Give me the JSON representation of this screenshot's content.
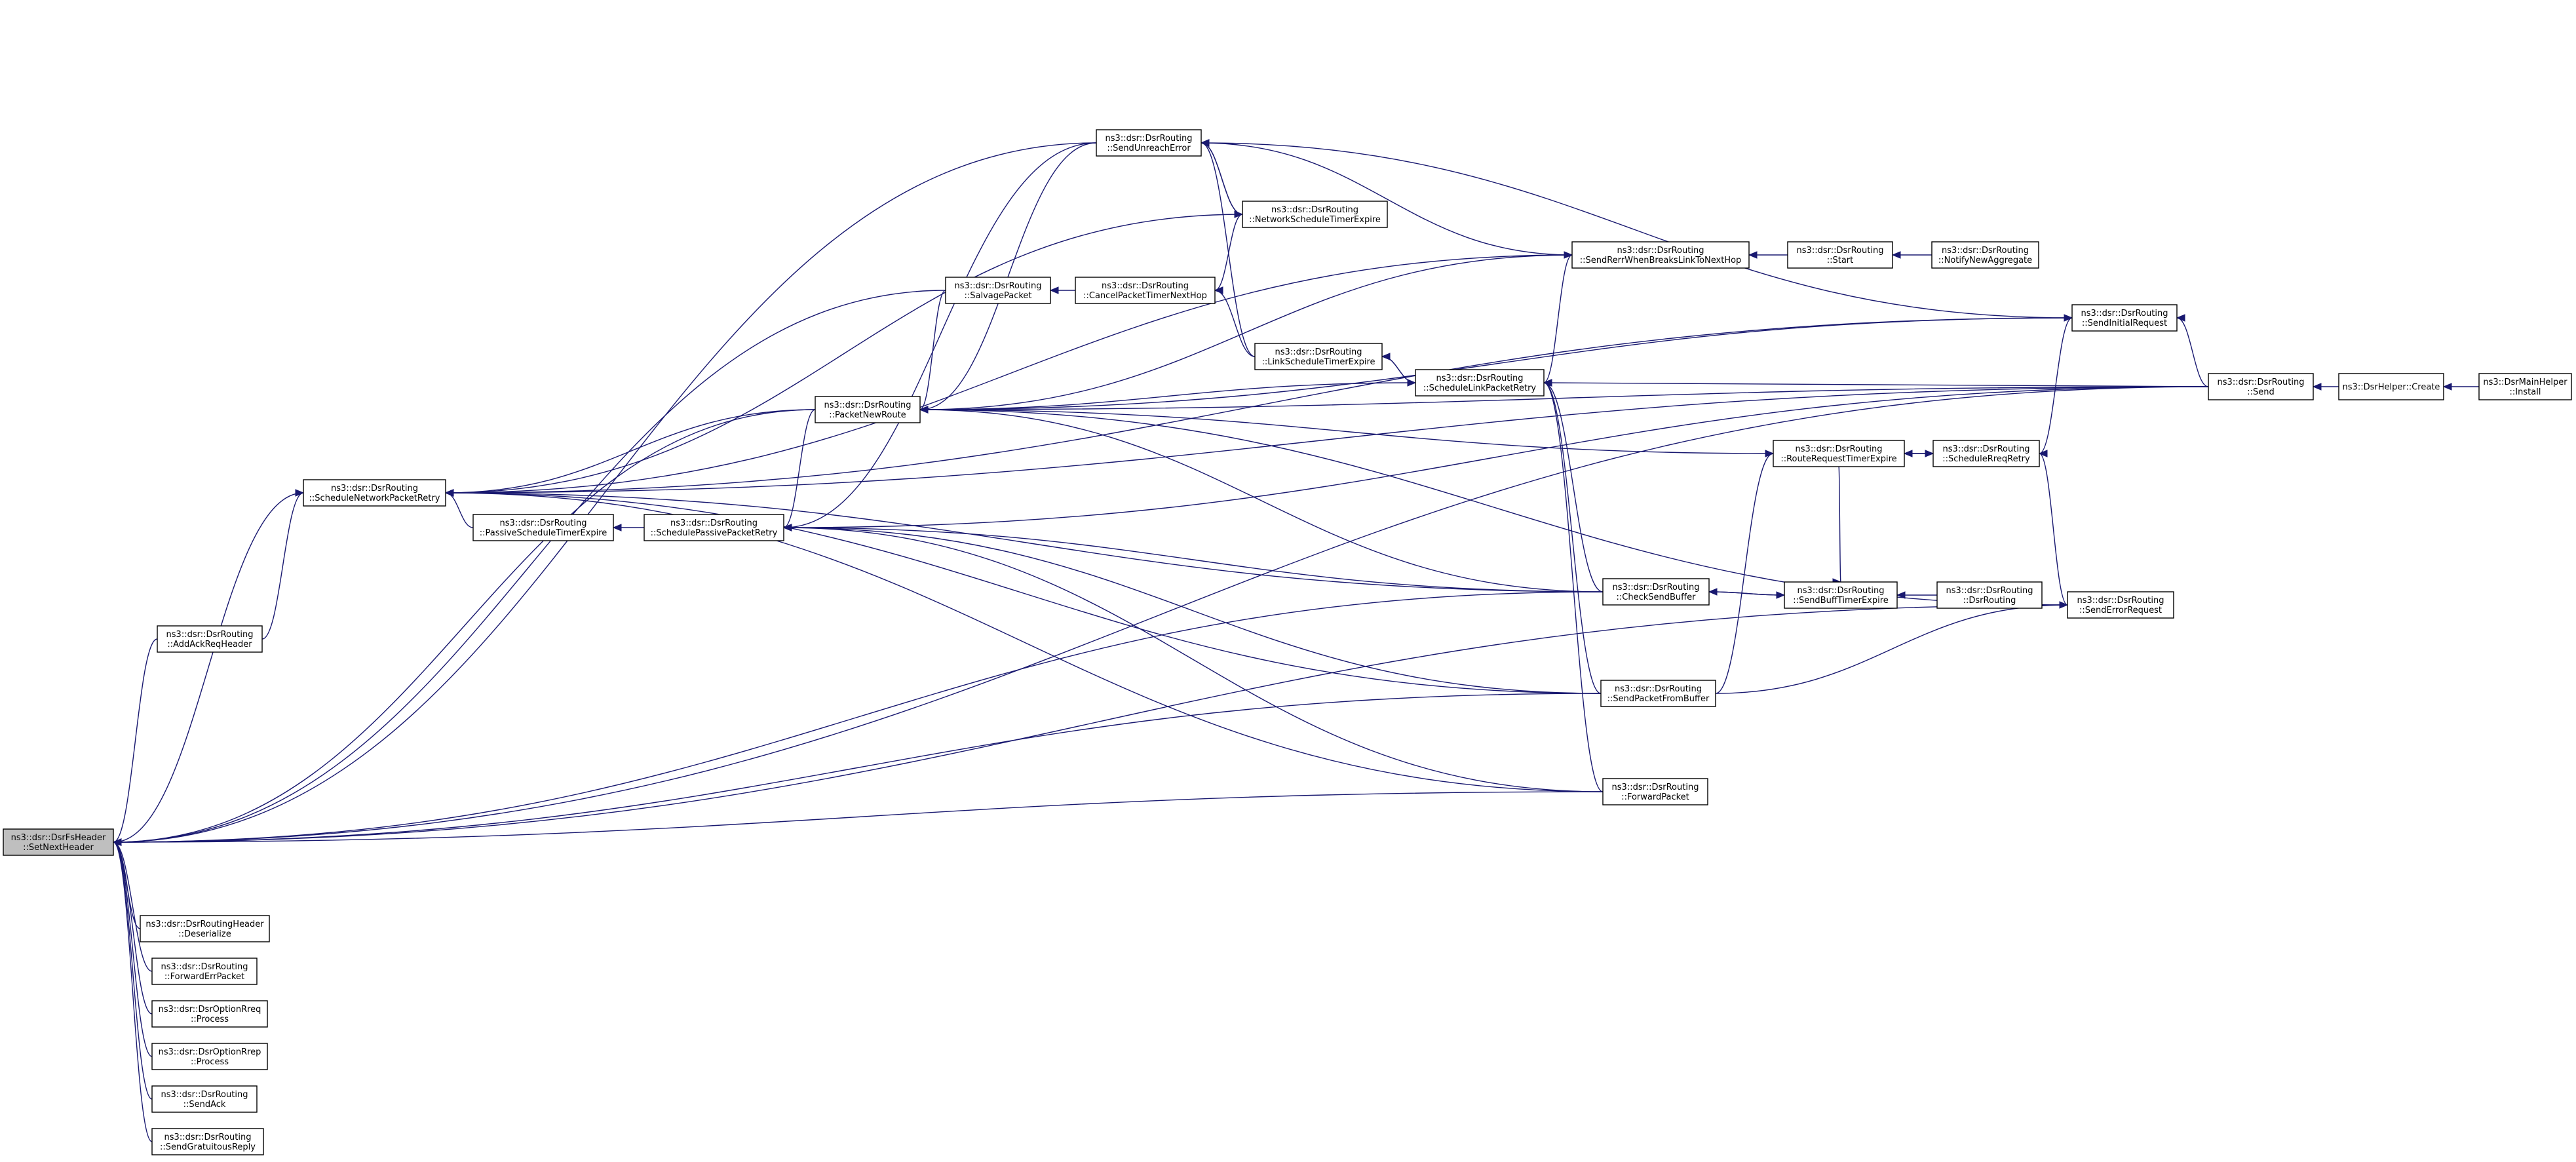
{
  "colors": {
    "edge": "#191970",
    "root_fill": "#bfbfbf",
    "node_fill": "#ffffff",
    "node_stroke": "#000000",
    "background": "#ffffff"
  },
  "nodes": [
    {
      "id": "fsh",
      "lines": [
        "ns3::dsr::DsrFsHeader",
        "::SetNextHeader"
      ],
      "root": true
    },
    {
      "id": "snpr",
      "lines": [
        "ns3::dsr::DsrRouting",
        "::ScheduleNetworkPacketRetry"
      ]
    },
    {
      "id": "aarh",
      "lines": [
        "ns3::dsr::DsrRouting",
        "::AddAckReqHeader"
      ]
    },
    {
      "id": "drh",
      "lines": [
        "ns3::dsr::DsrRoutingHeader",
        "::Deserialize"
      ]
    },
    {
      "id": "fep",
      "lines": [
        "ns3::dsr::DsrRouting",
        "::ForwardErrPacket"
      ]
    },
    {
      "id": "orq",
      "lines": [
        "ns3::dsr::DsrOptionRreq",
        "::Process"
      ]
    },
    {
      "id": "orp",
      "lines": [
        "ns3::dsr::DsrOptionRrep",
        "::Process"
      ]
    },
    {
      "id": "sack",
      "lines": [
        "ns3::dsr::DsrRouting",
        "::SendAck"
      ]
    },
    {
      "id": "sgr",
      "lines": [
        "ns3::dsr::DsrRouting",
        "::SendGratuitousReply"
      ]
    },
    {
      "id": "pste",
      "lines": [
        "ns3::dsr::DsrRouting",
        "::PassiveScheduleTimerExpire"
      ]
    },
    {
      "id": "sppr",
      "lines": [
        "ns3::dsr::DsrRouting",
        "::SchedulePassivePacketRetry"
      ]
    },
    {
      "id": "pnr",
      "lines": [
        "ns3::dsr::DsrRouting",
        "::PacketNewRoute"
      ]
    },
    {
      "id": "sue",
      "lines": [
        "ns3::dsr::DsrRouting",
        "::SendUnreachError"
      ]
    },
    {
      "id": "salv",
      "lines": [
        "ns3::dsr::DsrRouting",
        "::SalvagePacket"
      ]
    },
    {
      "id": "cptnh",
      "lines": [
        "ns3::dsr::DsrRouting",
        "::CancelPacketTimerNextHop"
      ]
    },
    {
      "id": "nste",
      "lines": [
        "ns3::dsr::DsrRouting",
        "::NetworkScheduleTimerExpire"
      ]
    },
    {
      "id": "lste",
      "lines": [
        "ns3::dsr::DsrRouting",
        "::LinkScheduleTimerExpire"
      ]
    },
    {
      "id": "slpr",
      "lines": [
        "ns3::dsr::DsrRouting",
        "::ScheduleLinkPacketRetry"
      ]
    },
    {
      "id": "srwb",
      "lines": [
        "ns3::dsr::DsrRouting",
        "::SendRerrWhenBreaksLinkToNextHop"
      ]
    },
    {
      "id": "start",
      "lines": [
        "ns3::dsr::DsrRouting",
        "::Start"
      ]
    },
    {
      "id": "nna",
      "lines": [
        "ns3::dsr::DsrRouting",
        "::NotifyNewAggregate"
      ]
    },
    {
      "id": "csb",
      "lines": [
        "ns3::dsr::DsrRouting",
        "::CheckSendBuffer"
      ]
    },
    {
      "id": "spfb",
      "lines": [
        "ns3::dsr::DsrRouting",
        "::SendPacketFromBuffer"
      ]
    },
    {
      "id": "fwd",
      "lines": [
        "ns3::dsr::DsrRouting",
        "::ForwardPacket"
      ]
    },
    {
      "id": "rrte",
      "lines": [
        "ns3::dsr::DsrRouting",
        "::RouteRequestTimerExpire"
      ]
    },
    {
      "id": "sbte",
      "lines": [
        "ns3::dsr::DsrRouting",
        "::SendBuffTimerExpire"
      ]
    },
    {
      "id": "ctor",
      "lines": [
        "ns3::dsr::DsrRouting",
        "::DsrRouting"
      ]
    },
    {
      "id": "sir",
      "lines": [
        "ns3::dsr::DsrRouting",
        "::SendInitialRequest"
      ]
    },
    {
      "id": "srr",
      "lines": [
        "ns3::dsr::DsrRouting",
        "::ScheduleRreqRetry"
      ]
    },
    {
      "id": "ser",
      "lines": [
        "ns3::dsr::DsrRouting",
        "::SendErrorRequest"
      ]
    },
    {
      "id": "send",
      "lines": [
        "ns3::dsr::DsrRouting",
        "::Send"
      ]
    },
    {
      "id": "hc",
      "lines": [
        "ns3::DsrHelper::Create"
      ]
    },
    {
      "id": "mhi",
      "lines": [
        "ns3::DsrMainHelper",
        "::Install"
      ]
    }
  ],
  "edges": [
    [
      "snpr",
      "fsh"
    ],
    [
      "aarh",
      "fsh"
    ],
    [
      "drh",
      "fsh"
    ],
    [
      "fep",
      "fsh"
    ],
    [
      "orq",
      "fsh"
    ],
    [
      "orp",
      "fsh"
    ],
    [
      "sack",
      "fsh"
    ],
    [
      "sgr",
      "fsh"
    ],
    [
      "pnr",
      "fsh"
    ],
    [
      "sue",
      "fsh"
    ],
    [
      "salv",
      "fsh"
    ],
    [
      "send",
      "fsh"
    ],
    [
      "csb",
      "fsh"
    ],
    [
      "spfb",
      "fsh"
    ],
    [
      "fwd",
      "fsh"
    ],
    [
      "ser",
      "fsh"
    ],
    [
      "aarh",
      "snpr"
    ],
    [
      "pste",
      "snpr"
    ],
    [
      "pnr",
      "snpr"
    ],
    [
      "nste",
      "snpr"
    ],
    [
      "srwb",
      "snpr"
    ],
    [
      "sir",
      "snpr"
    ],
    [
      "send",
      "snpr"
    ],
    [
      "csb",
      "snpr"
    ],
    [
      "spfb",
      "snpr"
    ],
    [
      "fwd",
      "snpr"
    ],
    [
      "sppr",
      "pste"
    ],
    [
      "pnr",
      "sppr"
    ],
    [
      "sue",
      "sppr"
    ],
    [
      "csb",
      "sppr"
    ],
    [
      "spfb",
      "sppr"
    ],
    [
      "fwd",
      "sppr"
    ],
    [
      "send",
      "sppr"
    ],
    [
      "salv",
      "pnr"
    ],
    [
      "sue",
      "pnr"
    ],
    [
      "slpr",
      "pnr"
    ],
    [
      "srwb",
      "pnr"
    ],
    [
      "send",
      "pnr"
    ],
    [
      "rrte",
      "pnr"
    ],
    [
      "csb",
      "pnr"
    ],
    [
      "ser",
      "pnr"
    ],
    [
      "sir",
      "pnr"
    ],
    [
      "cptnh",
      "salv"
    ],
    [
      "nste",
      "cptnh"
    ],
    [
      "lste",
      "cptnh"
    ],
    [
      "nste",
      "sue"
    ],
    [
      "lste",
      "sue"
    ],
    [
      "srwb",
      "sue"
    ],
    [
      "sir",
      "sue"
    ],
    [
      "sue",
      "nste"
    ],
    [
      "slpr",
      "lste"
    ],
    [
      "lste",
      "slpr"
    ],
    [
      "send",
      "slpr"
    ],
    [
      "csb",
      "slpr"
    ],
    [
      "spfb",
      "slpr"
    ],
    [
      "fwd",
      "slpr"
    ],
    [
      "slpr",
      "srwb"
    ],
    [
      "start",
      "srwb"
    ],
    [
      "nna",
      "start"
    ],
    [
      "sbte",
      "csb"
    ],
    [
      "rrte",
      "sbte"
    ],
    [
      "ctor",
      "sbte"
    ],
    [
      "csb",
      "sbte"
    ],
    [
      "srr",
      "rrte"
    ],
    [
      "rrte",
      "srr"
    ],
    [
      "srr",
      "sir"
    ],
    [
      "send",
      "sir"
    ],
    [
      "ser",
      "srr"
    ],
    [
      "spfb",
      "ser"
    ],
    [
      "spfb",
      "rrte"
    ],
    [
      "hc",
      "send"
    ],
    [
      "mhi",
      "hc"
    ]
  ]
}
